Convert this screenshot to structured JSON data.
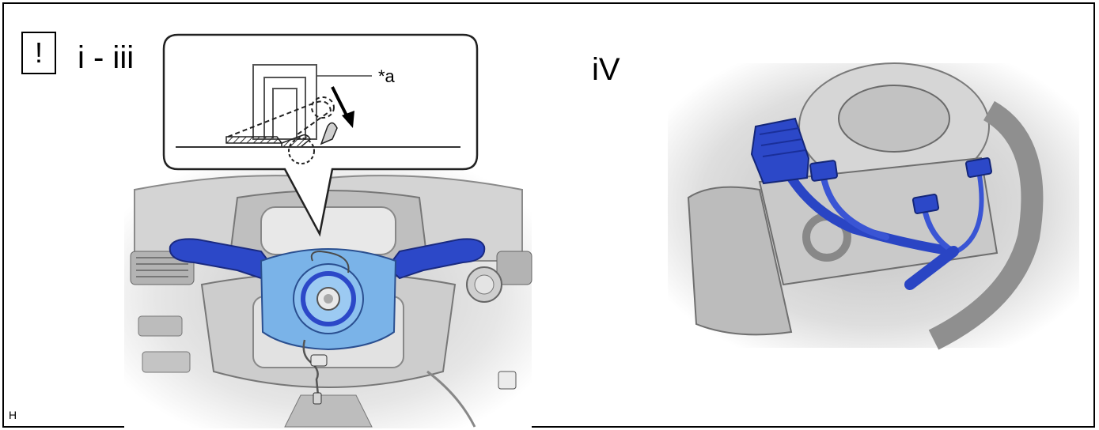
{
  "caution_icon": {
    "glyph": "!",
    "icon": "caution-icon"
  },
  "left_panel": {
    "step_label": "i - iii",
    "callout_label": "*a"
  },
  "right_panel": {
    "step_label": "iV"
  },
  "figure_code": "H",
  "colors": {
    "part_dark_blue": "#2c48c8",
    "part_light_blue": "#7ab3e8",
    "grey_line": "#666666",
    "grey_fill": "#dcdcdc"
  }
}
